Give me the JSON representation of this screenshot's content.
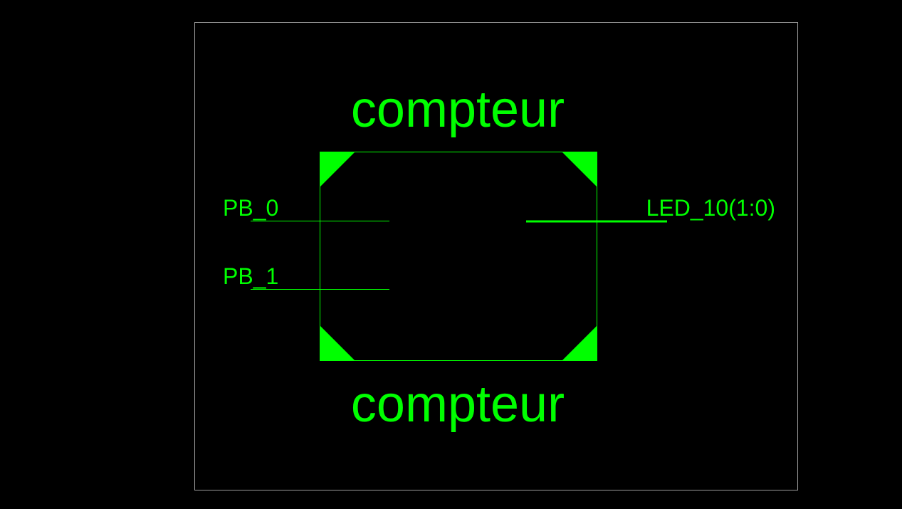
{
  "symbol": {
    "name_top": "compteur",
    "name_bottom": "compteur"
  },
  "ports": {
    "inputs": [
      "PB_0",
      "PB_1"
    ],
    "outputs": [
      "LED_10(1:0)"
    ]
  },
  "colors": {
    "background": "#000000",
    "symbol": "#00ff00",
    "sheet_border": "#9a9a9a"
  }
}
